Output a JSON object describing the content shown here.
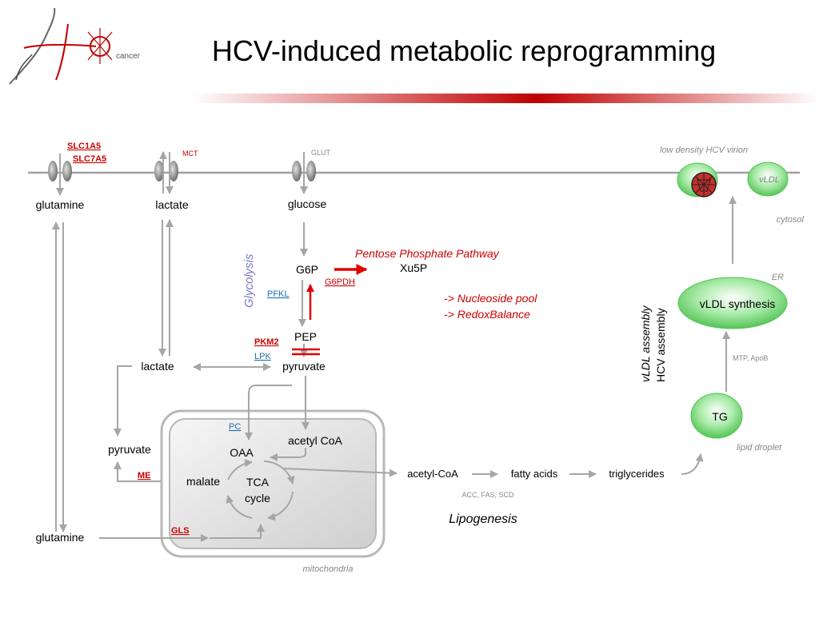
{
  "title": "HCV-induced metabolic reprogramming",
  "logo": {
    "wordmark": "cancer"
  },
  "transporters": {
    "slc1a5": "SLC1A5",
    "slc7a5": "SLC7A5",
    "mct": "MCT",
    "glut": "GLUT"
  },
  "labels": {
    "virion": "low density HCV virion",
    "vldl_small": "vLDL",
    "cytosol": "cytosol",
    "er": "ER",
    "vldl_synthesis": "vLDL synthesis",
    "vldl_assembly": "vLDL assembly",
    "hcv_assembly": "HCV assembly",
    "mtp_apob": "MTP, ApoB",
    "tg": "TG",
    "lipid_droplet": "lipid droplet",
    "mitochondria": "mitochondria",
    "lipogenesis": "Lipogenesis",
    "lipogenesis_enzymes": "ACC, FAS, SCD"
  },
  "metabolites": {
    "glutamine_top": "glutamine",
    "lactate_top": "lactate",
    "glucose": "glucose",
    "g6p": "G6P",
    "xu5p": "Xu5P",
    "pep": "PEP",
    "pyruvate_center": "pyruvate",
    "lactate_mid": "lactate",
    "pyruvate_left": "pyruvate",
    "glutamine_bottom": "glutamine",
    "oaa": "OAA",
    "acetyl_coa_mito": "acetyl CoA",
    "malate": "malate",
    "tca_line1": "TCA",
    "tca_line2": "cycle",
    "acetyl_coa_cyto": "acetyl-CoA",
    "fatty_acids": "fatty acids",
    "triglycerides": "triglycerides"
  },
  "enzymes": {
    "pfkl": "PFKL",
    "g6pdh": "G6PDH",
    "pkm2": "PKM2",
    "lpk": "LPK",
    "pc": "PC",
    "me": "ME",
    "gls": "GLS"
  },
  "pathways": {
    "glycolysis": "Glycolysis",
    "ppp": "Pentose Phosphate Pathway",
    "nucleoside": "-> Nucleoside pool",
    "redox": "-> RedoxBalance"
  },
  "colors": {
    "accent": "#cc0000",
    "link": "#1f6fb2",
    "arrow": "#a6a6a6",
    "green": "#5cc85c",
    "glycolysis": "#7777cc"
  }
}
